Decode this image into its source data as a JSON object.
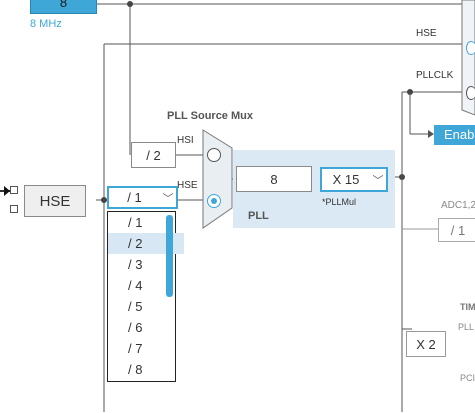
{
  "top": {
    "mhz_label": "8 MHz",
    "top_box_value": "8"
  },
  "hse_block": {
    "label": "HSE"
  },
  "pll_source_mux": {
    "title": "PLL Source Mux",
    "hsi_label": "HSI",
    "hse_label": "HSE",
    "hsi_div": "/ 2"
  },
  "prediv": {
    "selected": "/ 1",
    "options": [
      "/ 1",
      "/ 2",
      "/ 3",
      "/ 4",
      "/ 5",
      "/ 6",
      "/ 7",
      "/ 8"
    ],
    "highlighted_index": 1
  },
  "pll": {
    "label": "PLL",
    "input_value": "8",
    "mul_selected": "X 15",
    "mul_label": "*PLLMul"
  },
  "right": {
    "hse_label": "HSE",
    "pllclk_label": "PLLCLK",
    "enable_label": "Enab",
    "adc_label": "ADC1,2",
    "adc_div": "/ 1",
    "tim_label": "TIM",
    "pll_small": "PLL",
    "x2": "X 2",
    "pci_label": "PCI"
  },
  "colors": {
    "accent": "#3fa7d8",
    "panel": "#dbe9f5",
    "enable_bg": "#3fa7d8"
  }
}
